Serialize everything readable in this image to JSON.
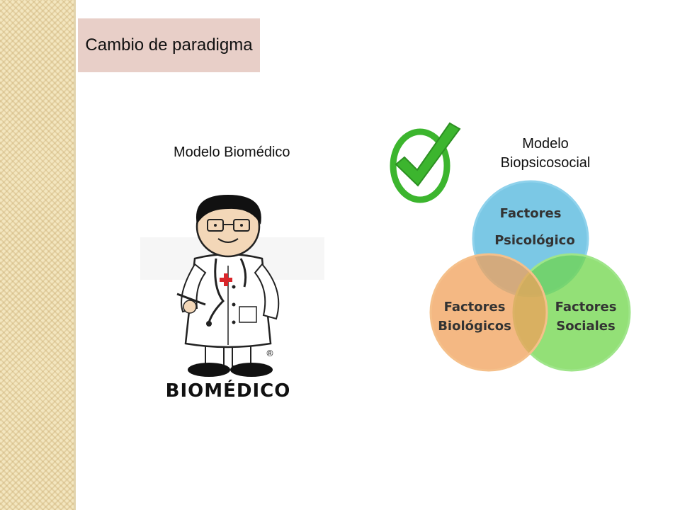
{
  "slide": {
    "title": "Cambio de paradigma",
    "left_label": "Modelo Biomédico",
    "right_label": "Modelo Biopsicosocial"
  },
  "doctor_image": {
    "caption": "BIOMÉDICO",
    "registered_mark": "®"
  },
  "venn": {
    "circles": [
      {
        "line1": "Factores",
        "line2": "Psicológico",
        "color": "#4fb6dc"
      },
      {
        "line1": "Factores",
        "line2": "Biológicos",
        "color": "#f0a05a"
      },
      {
        "line1": "Factores",
        "line2": "Sociales",
        "color": "#6fd64a"
      }
    ]
  },
  "check_icon": {
    "color": "#3cb52e"
  }
}
